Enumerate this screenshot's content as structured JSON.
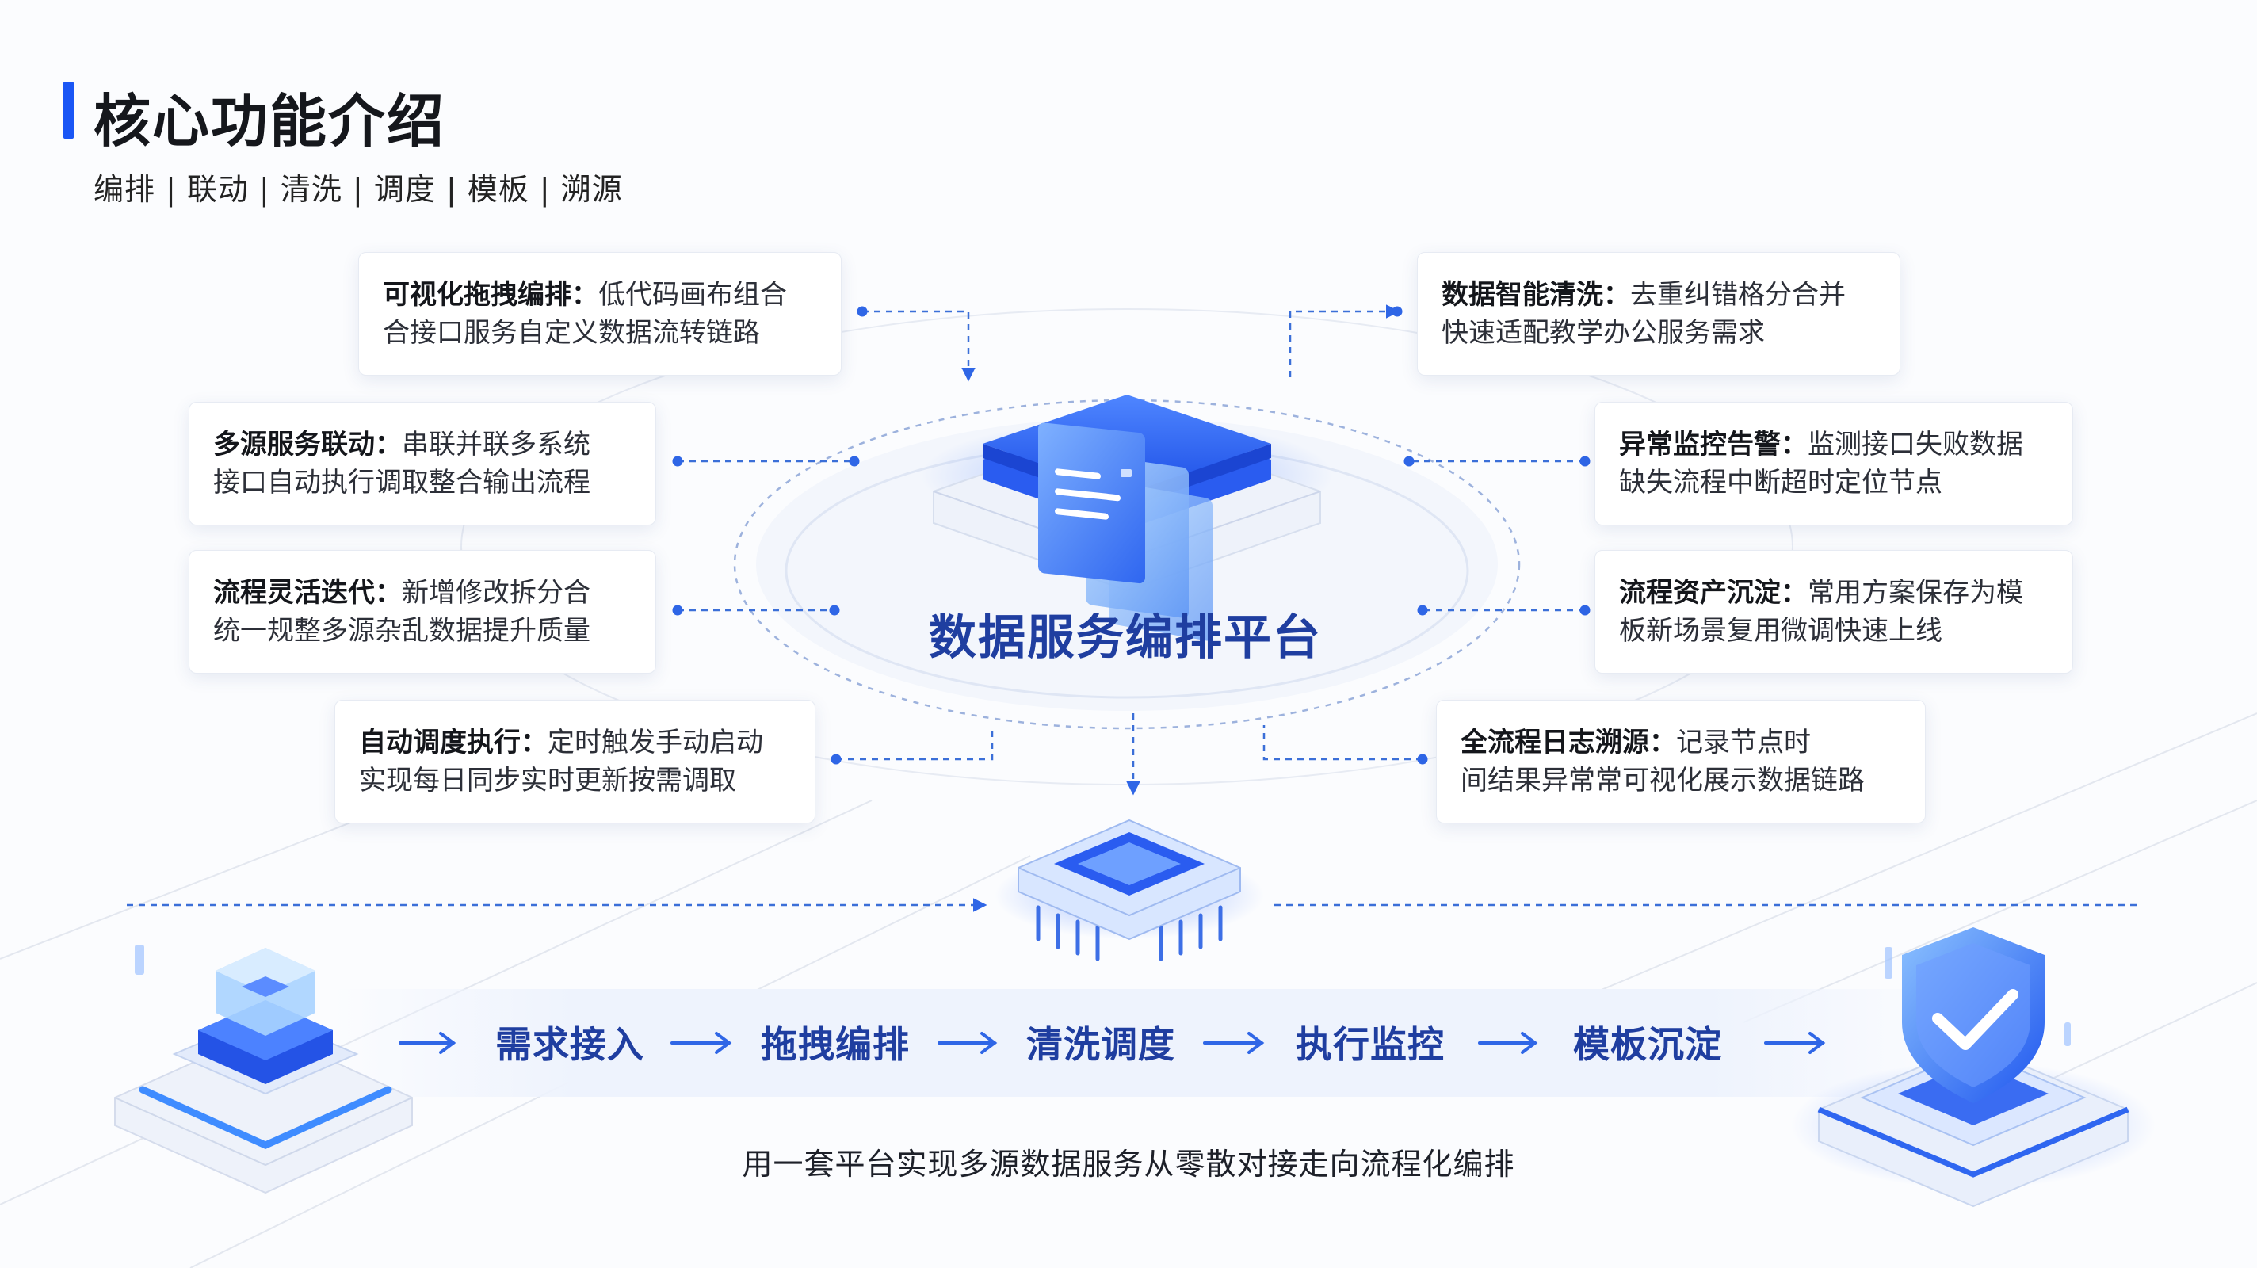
{
  "header": {
    "title": "核心功能介绍",
    "subtitle": "编排 | 联动 | 清洗 | 调度 | 模板 | 溯源"
  },
  "center": {
    "title": "数据服务编排平台"
  },
  "features": {
    "visual_drag": {
      "name": "可视化拖拽编排：",
      "line1": "低代码画布组合",
      "line2": "合接口服务自定义数据流转链路"
    },
    "multi_source": {
      "name": "多源服务联动：",
      "line1": "串联并联多系统",
      "line2": "接口自动执行调取整合输出流程"
    },
    "flexible_iteration": {
      "name": "流程灵活迭代：",
      "line1": "新增修改拆分合",
      "line2": "统一规整多源杂乱数据提升质量"
    },
    "auto_schedule": {
      "name": "自动调度执行：",
      "line1": "定时触发手动启动",
      "line2": "实现每日同步实时更新按需调取"
    },
    "smart_cleaning": {
      "name": "数据智能清洗：",
      "line1": "去重纠错格分合并",
      "line2": "快速适配教学办公服务需求"
    },
    "anomaly_alert": {
      "name": "异常监控告警：",
      "line1": "监测接口失败数据",
      "line2": "缺失流程中断超时定位节点"
    },
    "asset_template": {
      "name": "流程资产沉淀：",
      "line1": "常用方案保存为模",
      "line2": "板新场景复用微调快速上线"
    },
    "log_trace": {
      "name": "全流程日志溯源：",
      "line1": "记录节点时",
      "line2": "间结果异常常可视化展示数据链路"
    }
  },
  "flow": {
    "steps": [
      "需求接入",
      "拖拽编排",
      "清洗调度",
      "执行监控",
      "模板沉淀"
    ],
    "arrow_glyph": "→"
  },
  "footer": {
    "caption": "用一套平台实现多源数据服务从零散对接走向流程化编排"
  },
  "colors": {
    "accent": "#1a56f5",
    "deep_blue": "#1f3ea0",
    "connector": "#3b6fd8",
    "card_border": "#e7ebf3"
  },
  "icons": [
    "document-stack-icon",
    "chip-icon",
    "data-cube-icon",
    "security-shield-icon"
  ]
}
